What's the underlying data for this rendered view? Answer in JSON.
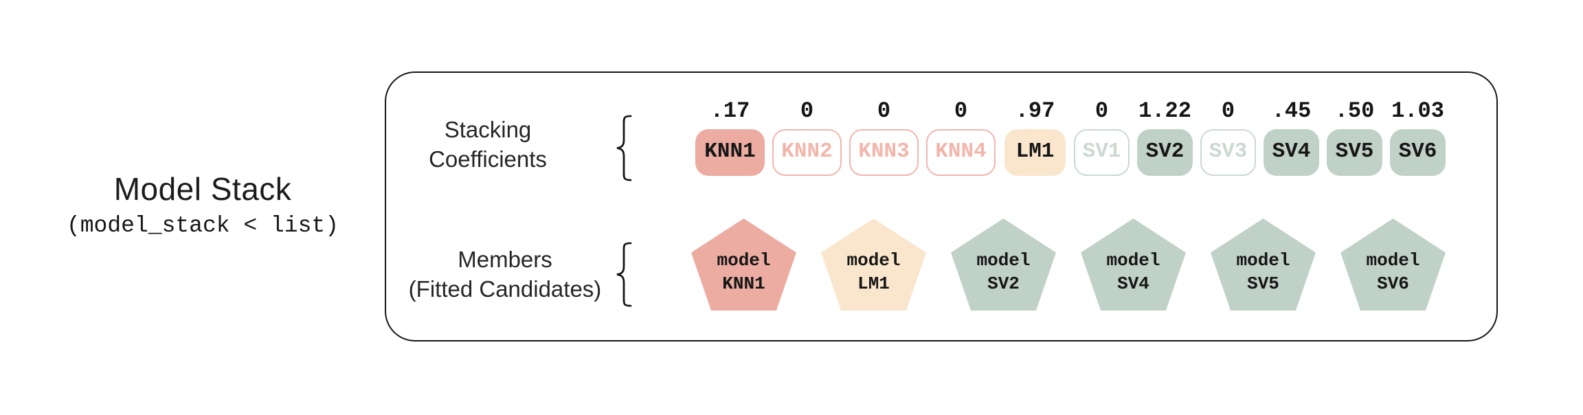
{
  "left_panel": {
    "title": "Model Stack",
    "subtitle": "(model_stack < list)"
  },
  "rows": {
    "coefficients": {
      "label_line1": "Stacking",
      "label_line2": "Coefficients"
    },
    "members": {
      "label_line1": "Members",
      "label_line2": "(Fitted Candidates)"
    }
  },
  "coefficients": [
    {
      "model": "KNN1",
      "value": ".17",
      "style": "filled",
      "palette": "salmon"
    },
    {
      "model": "KNN2",
      "value": "0",
      "style": "outline",
      "palette": "salmon"
    },
    {
      "model": "KNN3",
      "value": "0",
      "style": "outline",
      "palette": "salmon"
    },
    {
      "model": "KNN4",
      "value": "0",
      "style": "outline",
      "palette": "salmon"
    },
    {
      "model": "LM1",
      "value": ".97",
      "style": "filled",
      "palette": "cream"
    },
    {
      "model": "SV1",
      "value": "0",
      "style": "outline",
      "palette": "sage"
    },
    {
      "model": "SV2",
      "value": "1.22",
      "style": "filled",
      "palette": "sage"
    },
    {
      "model": "SV3",
      "value": "0",
      "style": "outline",
      "palette": "sage"
    },
    {
      "model": "SV4",
      "value": ".45",
      "style": "filled",
      "palette": "sage"
    },
    {
      "model": "SV5",
      "value": ".50",
      "style": "filled",
      "palette": "sage"
    },
    {
      "model": "SV6",
      "value": "1.03",
      "style": "filled",
      "palette": "sage"
    }
  ],
  "members": [
    {
      "line1": "model",
      "model": "KNN1",
      "palette": "salmon"
    },
    {
      "line1": "model",
      "model": "LM1",
      "palette": "cream"
    },
    {
      "line1": "model",
      "model": "SV2",
      "palette": "sage"
    },
    {
      "line1": "model",
      "model": "SV4",
      "palette": "sage"
    },
    {
      "line1": "model",
      "model": "SV5",
      "palette": "sage"
    },
    {
      "line1": "model",
      "model": "SV6",
      "palette": "sage"
    }
  ],
  "colors": {
    "salmon_fill": "#ecaca1",
    "salmon_muted": "#f2b6ab",
    "cream_fill": "#fae6cd",
    "sage_fill": "#c0d1c8",
    "sage_muted": "#cbd9d1",
    "ink": "#161616"
  }
}
